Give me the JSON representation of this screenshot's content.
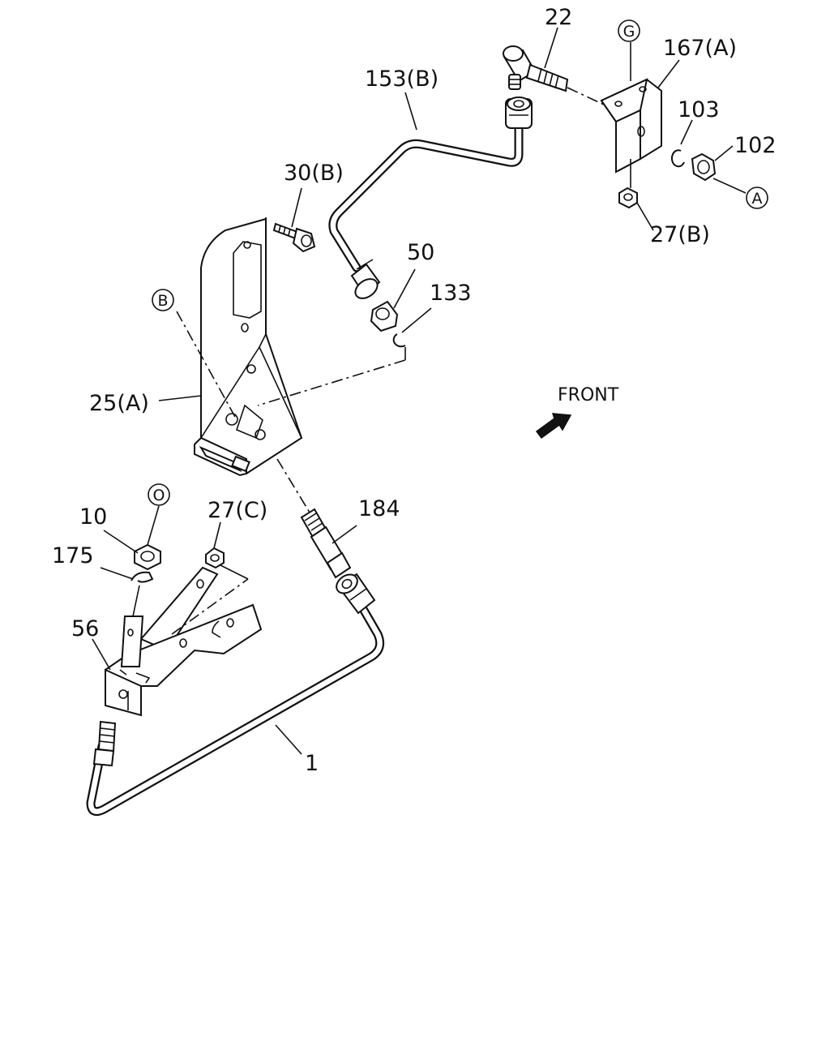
{
  "callouts": [
    {
      "id": "c22",
      "text": "22"
    },
    {
      "id": "c167a",
      "text": "167(A)"
    },
    {
      "id": "c153b",
      "text": "153(B)"
    },
    {
      "id": "c103",
      "text": "103"
    },
    {
      "id": "c102",
      "text": "102"
    },
    {
      "id": "c30b",
      "text": "30(B)"
    },
    {
      "id": "c27b",
      "text": "27(B)"
    },
    {
      "id": "c50",
      "text": "50"
    },
    {
      "id": "c133",
      "text": "133"
    },
    {
      "id": "c25a",
      "text": "25(A)"
    },
    {
      "id": "c184",
      "text": "184"
    },
    {
      "id": "c10",
      "text": "10"
    },
    {
      "id": "c27c",
      "text": "27(C)"
    },
    {
      "id": "c175",
      "text": "175"
    },
    {
      "id": "c56",
      "text": "56"
    },
    {
      "id": "c1",
      "text": "1"
    }
  ],
  "circle_markers": [
    {
      "id": "mG",
      "text": "G"
    },
    {
      "id": "mA",
      "text": "A"
    },
    {
      "id": "mB",
      "text": "B"
    },
    {
      "id": "mO",
      "text": "O"
    }
  ],
  "front_label": "FRONT",
  "colors": {
    "ink": "#111111",
    "paper": "#ffffff"
  }
}
